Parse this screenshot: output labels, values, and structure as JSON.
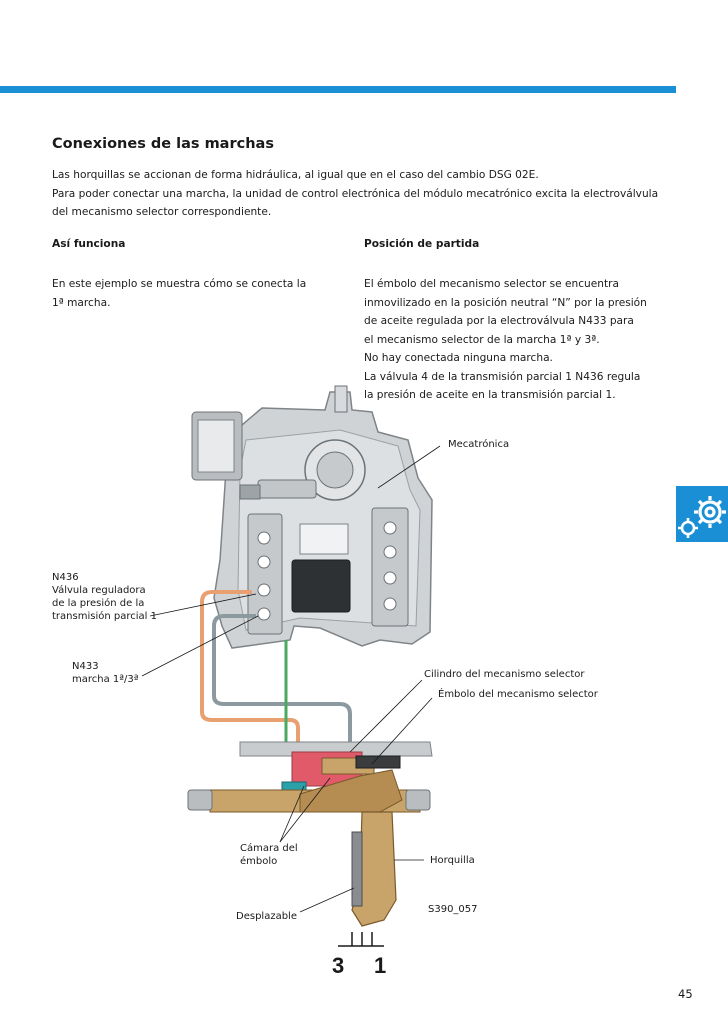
{
  "title": "Conexiones de las marchas",
  "intro": [
    "Las horquillas se accionan de forma hidráulica, al igual que en el caso del cambio DSG 02E.",
    "Para poder conectar una marcha, la unidad de control electrónica del módulo mecatrónico excita la electroválvula",
    "del mecanismo selector correspondiente."
  ],
  "left_column": {
    "heading": "Así funciona",
    "lines": [
      "En este ejemplo se muestra cómo se conecta la",
      "1ª marcha."
    ]
  },
  "right_column": {
    "heading": "Posición de partida",
    "lines": [
      "El émbolo del mecanismo selector se encuentra",
      "inmovilizado en la posición neutral “N” por la presión",
      "de aceite regulada por la electroválvula N433 para",
      "el mecanismo selector de la marcha 1ª y 3ª.",
      "No hay conectada ninguna marcha.",
      "La válvula 4 de la transmisión parcial 1  N436 regula",
      "la presión de aceite en la transmisión parcial 1."
    ]
  },
  "figure": {
    "labels": {
      "mecatronica": "Mecatrónica",
      "n436": [
        "N436",
        "Válvula reguladora",
        "de la presión de la",
        "transmisión parcial 1"
      ],
      "n433": [
        "N433",
        "marcha 1ª/3ª"
      ],
      "cilindro": "Cilindro del mecanismo selector",
      "embolo": "Émbolo del mecanismo selector",
      "camara": [
        "Cámara del",
        "émbolo"
      ],
      "horquilla": "Horquilla",
      "desplazable": "Desplazable",
      "code": "S390_057",
      "gear_left": "3",
      "gear_right": "1"
    },
    "colors": {
      "oil_line_orange": "#e8a070",
      "oil_line_grey": "#8c9aa0",
      "chamber_red": "#e05a6a",
      "fork_gold": "#c9a46a",
      "accent_blue": "#1a8fd6"
    }
  },
  "side_tab_icon": "gear-icon",
  "page_number": "45"
}
